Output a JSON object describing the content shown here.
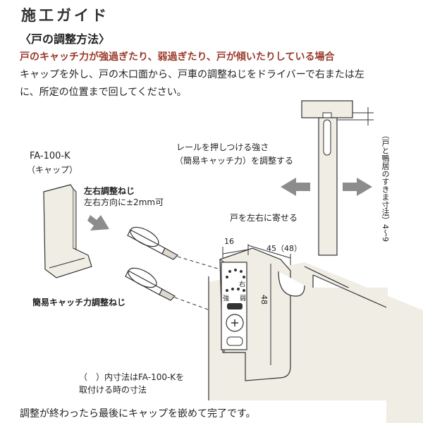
{
  "header": {
    "title": "施工ガイド"
  },
  "section": {
    "heading": "〈戸の調整方法〉"
  },
  "warning": {
    "text": "戸のキャッチ力が強過ぎたり、弱過ぎたり、戸が傾いたりしている場合"
  },
  "instructions": {
    "line1": "キャップを外し、戸の木口面から、戸車の調整ねじをドライバーで右または左",
    "line2": "に、所定の位置まで回してください。"
  },
  "labels": {
    "cap_model": "FA-100-K",
    "cap_name": "（キャップ）",
    "lr_screw_title": "左右調整ねじ",
    "lr_screw_range": "左右方向に±2mm可",
    "catch_screw": "簡易キャッチ力調整ねじ",
    "rail_line1": "レールを押しつける強さ",
    "rail_line2": "（簡易キャッチ力）を調整する",
    "shift_door": "戸を左右に寄せる",
    "gap_note": "（戸と鴨居のすきま寸法）4〜9",
    "dim_16": "16",
    "dim_45": "45（48）",
    "dim_48": "48",
    "paren_note_line1": "（　）内寸法はFA-100-Kを",
    "paren_note_line2": "取付ける時の寸法",
    "bracket_mark_1": "右",
    "bracket_mark_2": "強",
    "bracket_mark_3": "弱"
  },
  "footer": {
    "text": "調整が終わったら最後にキャップを嵌めて完了です。"
  },
  "colors": {
    "warning": "#9a3b2c",
    "arrow": "#8c8c8c",
    "door": "#efede4",
    "outline": "#333333"
  }
}
